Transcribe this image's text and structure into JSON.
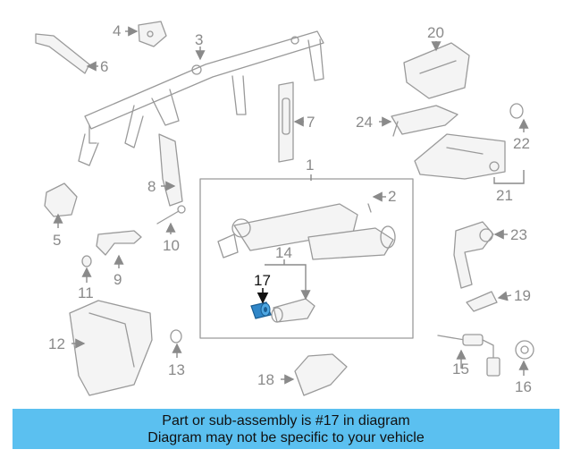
{
  "callouts": [
    {
      "id": "1",
      "label": "1"
    },
    {
      "id": "2",
      "label": "2"
    },
    {
      "id": "3",
      "label": "3"
    },
    {
      "id": "4",
      "label": "4"
    },
    {
      "id": "5",
      "label": "5"
    },
    {
      "id": "6",
      "label": "6"
    },
    {
      "id": "7",
      "label": "7"
    },
    {
      "id": "8",
      "label": "8"
    },
    {
      "id": "9",
      "label": "9"
    },
    {
      "id": "10",
      "label": "10"
    },
    {
      "id": "11",
      "label": "11"
    },
    {
      "id": "12",
      "label": "12"
    },
    {
      "id": "13",
      "label": "13"
    },
    {
      "id": "14",
      "label": "14"
    },
    {
      "id": "15",
      "label": "15"
    },
    {
      "id": "16",
      "label": "16"
    },
    {
      "id": "17",
      "label": "17"
    },
    {
      "id": "18",
      "label": "18"
    },
    {
      "id": "19",
      "label": "19"
    },
    {
      "id": "20",
      "label": "20"
    },
    {
      "id": "21",
      "label": "21"
    },
    {
      "id": "22",
      "label": "22"
    },
    {
      "id": "23",
      "label": "23"
    },
    {
      "id": "24",
      "label": "24"
    }
  ],
  "highlighted_part": "17",
  "colors": {
    "highlight_fill": "#2f86c8",
    "banner_bg": "#5bc0f0",
    "line_gray": "#9a9a9a"
  },
  "banner": {
    "line1": "Part or sub-assembly is #17 in diagram",
    "line2": "Diagram may not be specific to your vehicle"
  }
}
